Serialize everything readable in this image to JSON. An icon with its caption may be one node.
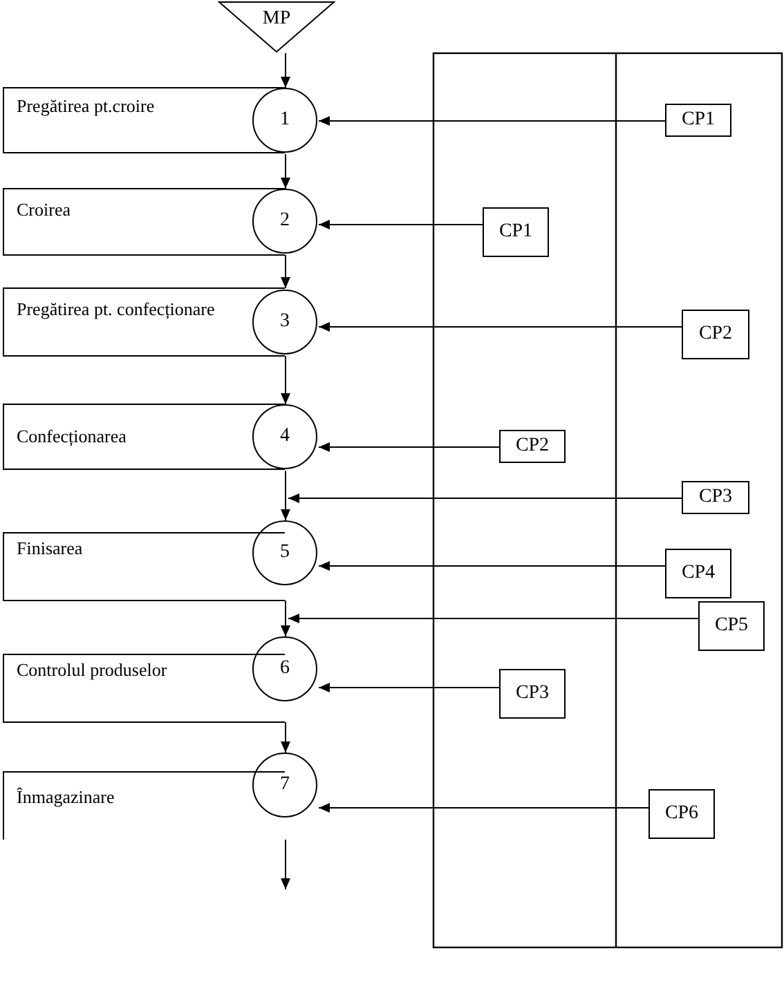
{
  "diagram": {
    "nodes": [
      {
        "text": [
          "MP"
        ]
      },
      {
        "text": [
          "Pregătirea pt.croire",
          "1"
        ]
      },
      {
        "text": [
          "CP1"
        ]
      },
      {
        "text": [
          "Croirea",
          "2"
        ]
      },
      {
        "text": [
          "CP1"
        ]
      },
      {
        "text": [
          "Pregătirea pt. confecționare",
          "3"
        ]
      },
      {
        "text": [
          "CP2"
        ]
      },
      {
        "text": [
          "Confecționarea",
          "4"
        ]
      },
      {
        "text": [
          "CP2"
        ]
      },
      {
        "text": [
          "CP3"
        ]
      },
      {
        "text": [
          "Finisarea",
          "5"
        ]
      },
      {
        "text": [
          "CP4"
        ]
      },
      {
        "text": [
          "CP5"
        ]
      },
      {
        "text": [
          "Controlul produselor",
          "6"
        ]
      },
      {
        "text": [
          "CP3"
        ]
      },
      {
        "text": [
          "Înmagazinare",
          "7"
        ]
      },
      {
        "text": [
          "CP6"
        ]
      }
    ],
    "edges": [
      {
        "from": 0,
        "to": 1,
        "arrow": "to"
      },
      {
        "from": 2,
        "to": 1,
        "arrow": "to"
      },
      {
        "from": 1,
        "to": 3,
        "arrow": "to"
      },
      {
        "from": 4,
        "to": 3,
        "arrow": "to"
      },
      {
        "from": 3,
        "to": 5,
        "arrow": "to"
      },
      {
        "from": 6,
        "to": 5,
        "arrow": "to"
      },
      {
        "from": 5,
        "to": 7,
        "arrow": "to"
      },
      {
        "from": 8,
        "to": 7,
        "arrow": "to"
      },
      {
        "from": 9,
        "to": 10,
        "arrow": "to"
      },
      {
        "from": 7,
        "to": 10,
        "arrow": "to"
      },
      {
        "from": 11,
        "to": 10,
        "arrow": "to"
      },
      {
        "from": 12,
        "to": 10,
        "arrow": "to"
      },
      {
        "from": 10,
        "to": 13,
        "arrow": "to"
      },
      {
        "from": 14,
        "to": 13,
        "arrow": "to"
      },
      {
        "from": 13,
        "to": 15,
        "arrow": "to"
      },
      {
        "from": 16,
        "to": 15,
        "arrow": "to"
      },
      {
        "from": 15,
        "to": null,
        "arrow": "to"
      }
    ]
  }
}
